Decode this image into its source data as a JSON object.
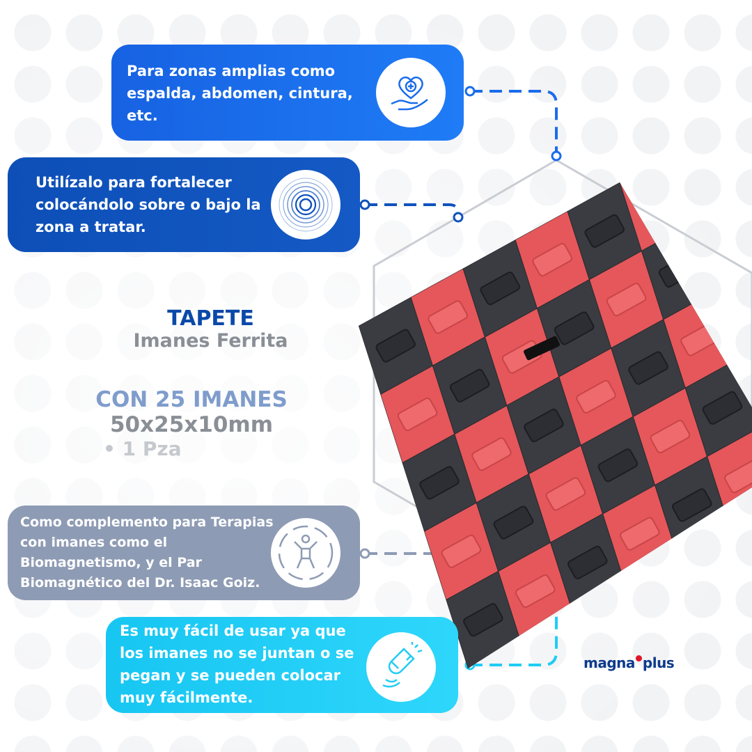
{
  "cards": [
    {
      "text": "Para zonas amplias como espalda, abdomen, cintura, etc.",
      "icon": "heart-hand-icon"
    },
    {
      "text": "Utilízalo para fortalecer colocándolo sobre o bajo la zona a tratar.",
      "icon": "concentric-circles-icon"
    },
    {
      "text": "Como complemento para Terapias con imanes como el Biomagnetismo, y el Par Biomagnético del Dr. Isaac Goiz.",
      "icon": "person-icon"
    },
    {
      "text": "Es muy fácil de usar ya que los imanes no se juntan o se pegan y se pueden colocar muy fácilmente.",
      "icon": "magnet-icon"
    }
  ],
  "product": {
    "title": "TAPETE",
    "subtitle": "Imanes Ferrita",
    "spec_line1": "CON 25 IMANES",
    "spec_line2": "50x25x10mm",
    "quantity": "• 1 Pza"
  },
  "logo": {
    "part1": "magna",
    "part2": "plus"
  },
  "colors": {
    "card1": "#1a6ceb",
    "card2": "#1052bd",
    "card3": "#8e9bb4",
    "card4": "#1fcdf5",
    "mat_red": "#e5575a",
    "mat_black": "#3a3c42",
    "title_blue": "#0b49a8"
  }
}
